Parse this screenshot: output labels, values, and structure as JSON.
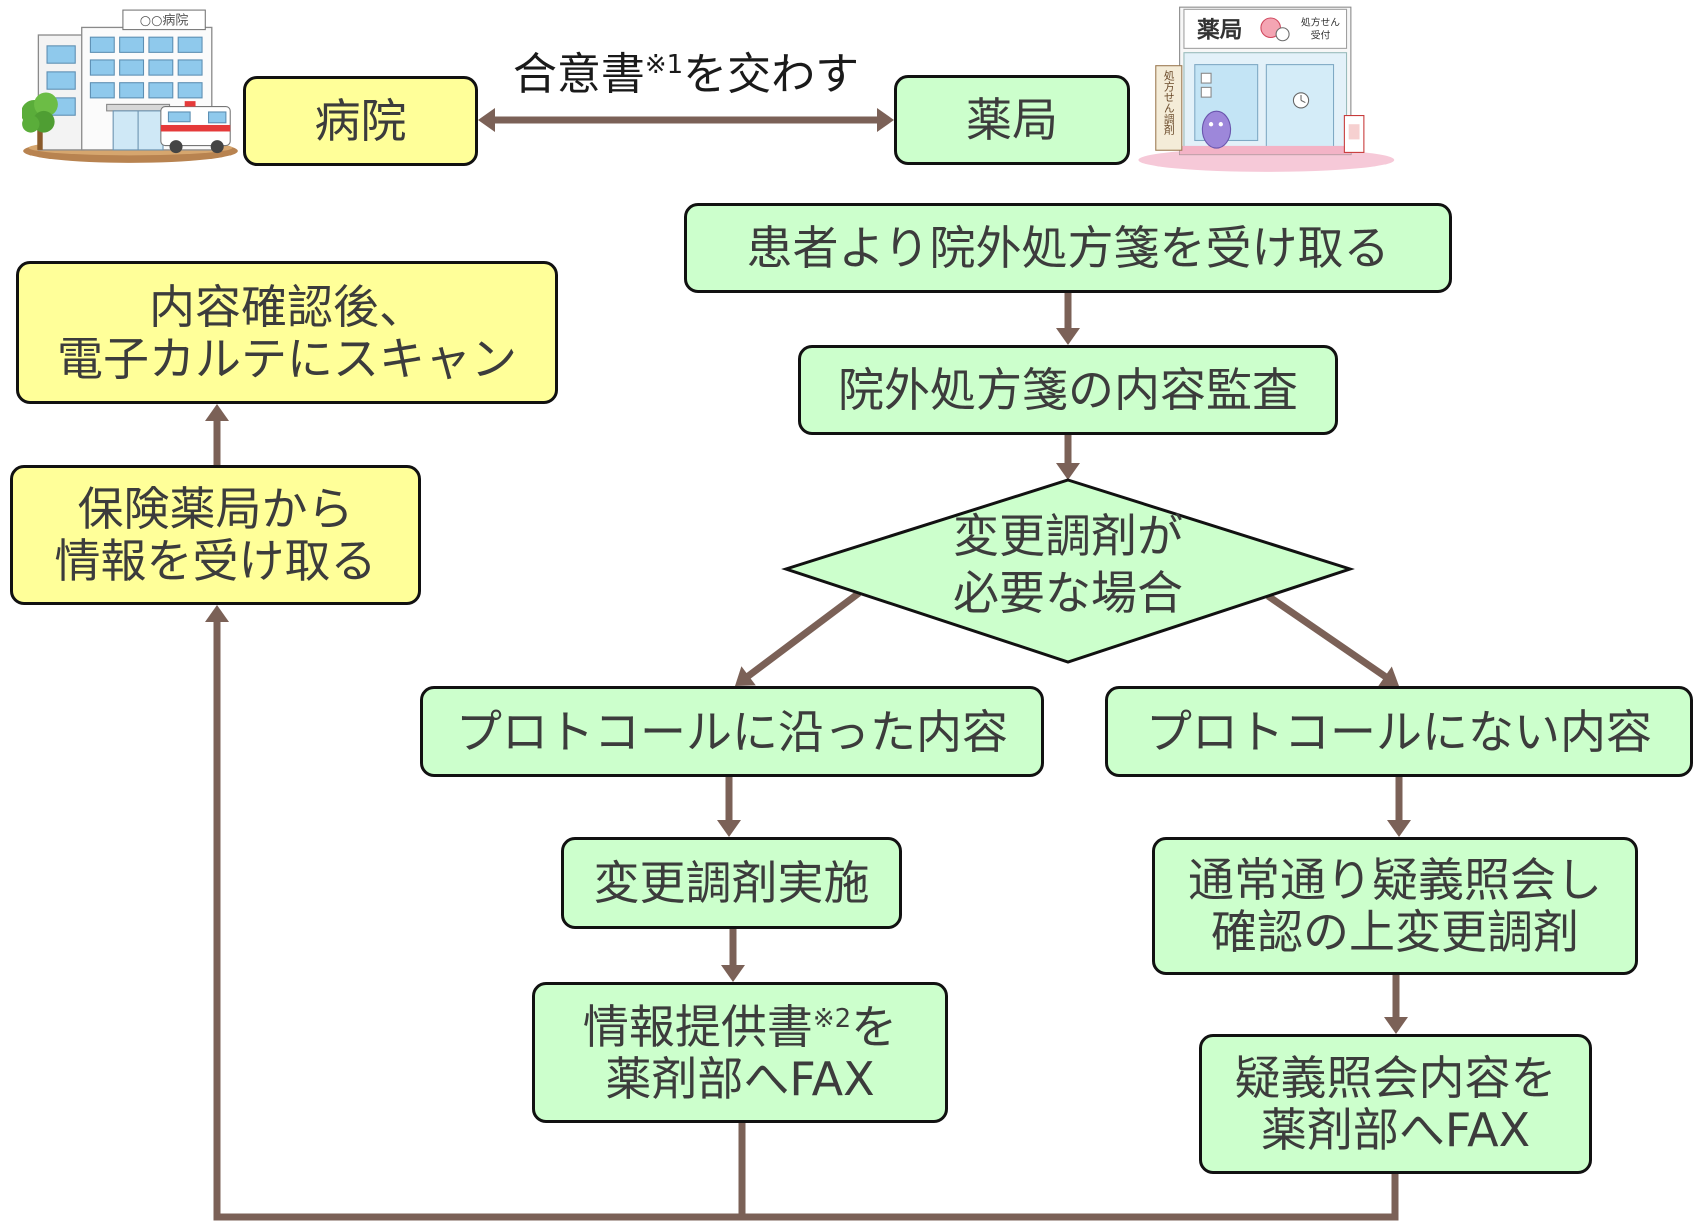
{
  "illustrations": {
    "hospital": {
      "sign": "○○病院"
    },
    "pharmacy": {
      "sign": "薬局",
      "badge_lines": [
        "処方せん",
        "受付"
      ],
      "vertical_sign": "処方せん調剤"
    }
  },
  "header": {
    "hospital_label": "病院",
    "pharmacy_label": "薬局",
    "agreement": {
      "before": "合意書",
      "note": "※1",
      "after": "を交わす"
    }
  },
  "pharmacy_flow": {
    "receive_prescription": "患者より院外処方箋を受け取る",
    "audit": "院外処方箋の内容監査",
    "decision_lines": [
      "変更調剤が",
      "必要な場合"
    ],
    "protocol_branch": "プロトコールに沿った内容",
    "non_protocol_branch": "プロトコールにない内容",
    "implement_change": "変更調剤実施",
    "info_report": {
      "before": "情報提供書",
      "note": "※2",
      "after": "を",
      "line2": "薬剤部へFAX"
    },
    "inquiry_lines": [
      "通常通り疑義照会し",
      "確認の上変更調剤"
    ],
    "inquiry_report_lines": [
      "疑義照会内容を",
      "薬剤部へFAX"
    ]
  },
  "hospital_flow": {
    "receive_info_lines": [
      "保険薬局から",
      "情報を受け取る"
    ],
    "scan_lines": [
      "内容確認後、",
      "電子カルテにスキャン"
    ]
  },
  "colors": {
    "hospital_fill": "#FFFF99",
    "pharmacy_fill": "#CCFFCC",
    "connector": "#7B6157",
    "outline": "#111111",
    "text": "#3C3C3C"
  }
}
